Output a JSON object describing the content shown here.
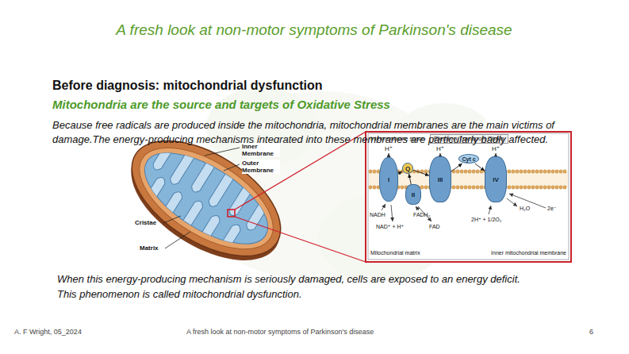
{
  "diagram": {
    "title": "A fresh look at non-motor symptoms of Parkinson's disease",
    "nodes": [
      {
        "text": [
          "Electron Transport Chain"
        ]
      },
      {
        "text": [
          "I"
        ],
        "in": 0
      },
      {
        "text": [
          "Q"
        ],
        "in": 0
      },
      {
        "text": [
          "II"
        ],
        "in": 0
      },
      {
        "text": [
          "III"
        ],
        "in": 0
      },
      {
        "text": [
          "Cyt c"
        ],
        "in": 0
      },
      {
        "text": [
          "IV"
        ],
        "in": 0
      }
    ],
    "edges": [
      {
        "from": 1,
        "to": 2,
        "arrow": "to"
      },
      {
        "from": 3,
        "to": 2,
        "arrow": "to"
      },
      {
        "from": 2,
        "to": 4,
        "arrow": "to"
      },
      {
        "from": 4,
        "to": 5,
        "arrow": "to"
      },
      {
        "from": 5,
        "to": 6,
        "arrow": "to"
      }
    ],
    "labels": [
      "Before diagnosis: mitochondrial dysfunction",
      "Mitochondria are the source and targets of Oxidative Stress",
      "Because free radicals are produced inside the mitochondria, mitochondrial membranes are the main victims of damage.The energy-producing mechanisms integrated into these membranes are particularly badly affected.",
      "Inner Membrane",
      "Outer Membrane",
      "Cristae",
      "Matrix",
      "Intermembrane space",
      "H⁺",
      "H⁺",
      "H⁺",
      "NADH",
      "NAD⁺ + H⁺",
      "FADH₂",
      "FAD",
      "2H⁺ + 1/2O₂",
      "H₂O",
      "2e⁻",
      "Mitochondrial matrix",
      "Inner mitochondrial membrane",
      "When this energy-producing mechanism is seriously damaged, cells are exposed to an energy deficit.",
      "This phenomenon is called mitochondrial dysfunction.",
      "A. F Wright, 05_2024",
      "A fresh look at non-motor symptoms of Parkinson's disease",
      "6"
    ]
  }
}
